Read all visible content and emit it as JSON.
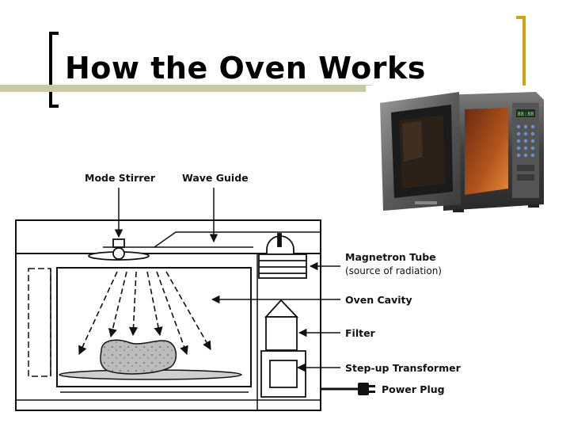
{
  "slide": {
    "title": "How the Oven Works"
  },
  "diagram": {
    "labels": {
      "mode_stirrer": "Mode Stirrer",
      "wave_guide": "Wave Guide",
      "magnetron_tube": "Magnetron Tube",
      "magnetron_note": "(source of radiation)",
      "oven_cavity": "Oven Cavity",
      "filter": "Filter",
      "step_up_transformer": "Step-up Transformer",
      "power_plug": "Power Plug"
    }
  },
  "photo": {
    "icon": "microwave-oven-photo",
    "display_text": "88:88"
  },
  "colors": {
    "accent_bracket": "#d4a017",
    "title_rule": "#c9c9a6",
    "oven_body": "#4a4a4a",
    "door_glow": "#b4541c"
  }
}
